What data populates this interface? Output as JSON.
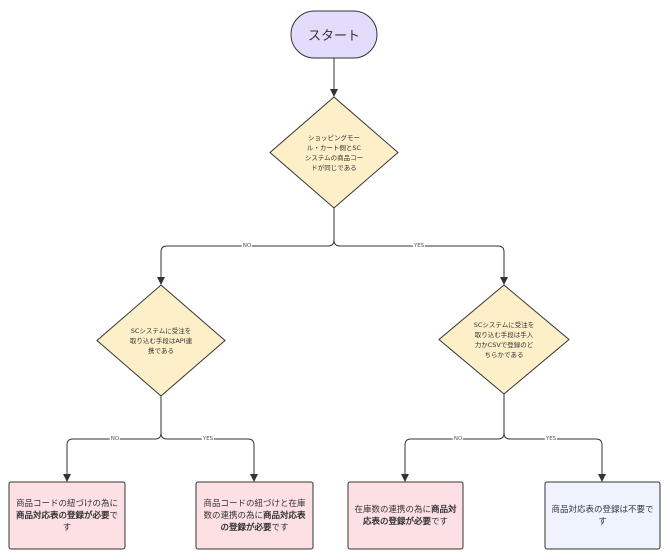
{
  "colors": {
    "start_fill": "#e4dcfc",
    "decision_fill": "#fdefc8",
    "required_fill": "#fde0e4",
    "not_required_fill": "#eef3fe",
    "stroke": "#333333"
  },
  "nodes": {
    "start": {
      "label": "スタート"
    },
    "decision_same_code": {
      "label": "ショッピングモール・カート側とSCシステムの商品コードが同じである"
    },
    "decision_api": {
      "label": "SCシステムに受注を取り込む手段はAPI連携である"
    },
    "decision_manual_csv": {
      "label": "SCシステムに受注を取り込む手段は手入力かCSVで登録のどちらかである"
    },
    "result_1": {
      "text_before": "商品コードの紐づけの為に",
      "bold": "商品対応表の登録が必要",
      "text_after": "です"
    },
    "result_2": {
      "text_before": "商品コードの紐づけと在庫数の連携の為に",
      "bold": "商品対応表の登録が必要",
      "text_after": "です"
    },
    "result_3": {
      "text_before": "在庫数の連携の為に",
      "bold": "商品対応表の登録が必要",
      "text_after": "です"
    },
    "result_4": {
      "label": "商品対応表の登録は不要です"
    }
  },
  "edges": {
    "e1_no": "NO",
    "e1_yes": "YES",
    "e2_no": "NO",
    "e2_yes": "YES",
    "e3_no": "NO",
    "e3_yes": "YES"
  }
}
